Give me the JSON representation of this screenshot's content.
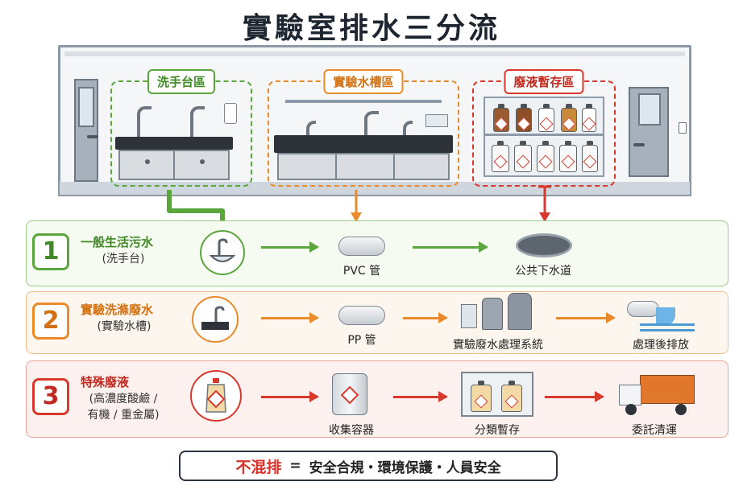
{
  "title": "實驗室排水三分流",
  "zones": {
    "handwash": "洗手台區",
    "sink": "實驗水槽區",
    "waste": "廢液暫存區"
  },
  "colors": {
    "green": "#5aa63c",
    "orange": "#e98b2b",
    "red": "#d8392d"
  },
  "rows": [
    {
      "num": "1",
      "title": "一般生活污水",
      "sub": "(洗手台)",
      "steps": [
        "PVC 管",
        "公共下水道"
      ]
    },
    {
      "num": "2",
      "title": "實驗洗滌廢水",
      "sub": "(實驗水槽)",
      "steps": [
        "PP 管",
        "實驗廢水處理系統",
        "處理後排放"
      ]
    },
    {
      "num": "3",
      "title": "特殊廢液",
      "sub1": "(高濃度酸鹼 /",
      "sub2": "有機 / 重金屬)",
      "steps": [
        "收集容器",
        "分類暫存",
        "委託清運"
      ]
    }
  ],
  "footer": {
    "lead": "不混排",
    "eq": "=",
    "text": "安全合規・環境保護・人員安全"
  }
}
